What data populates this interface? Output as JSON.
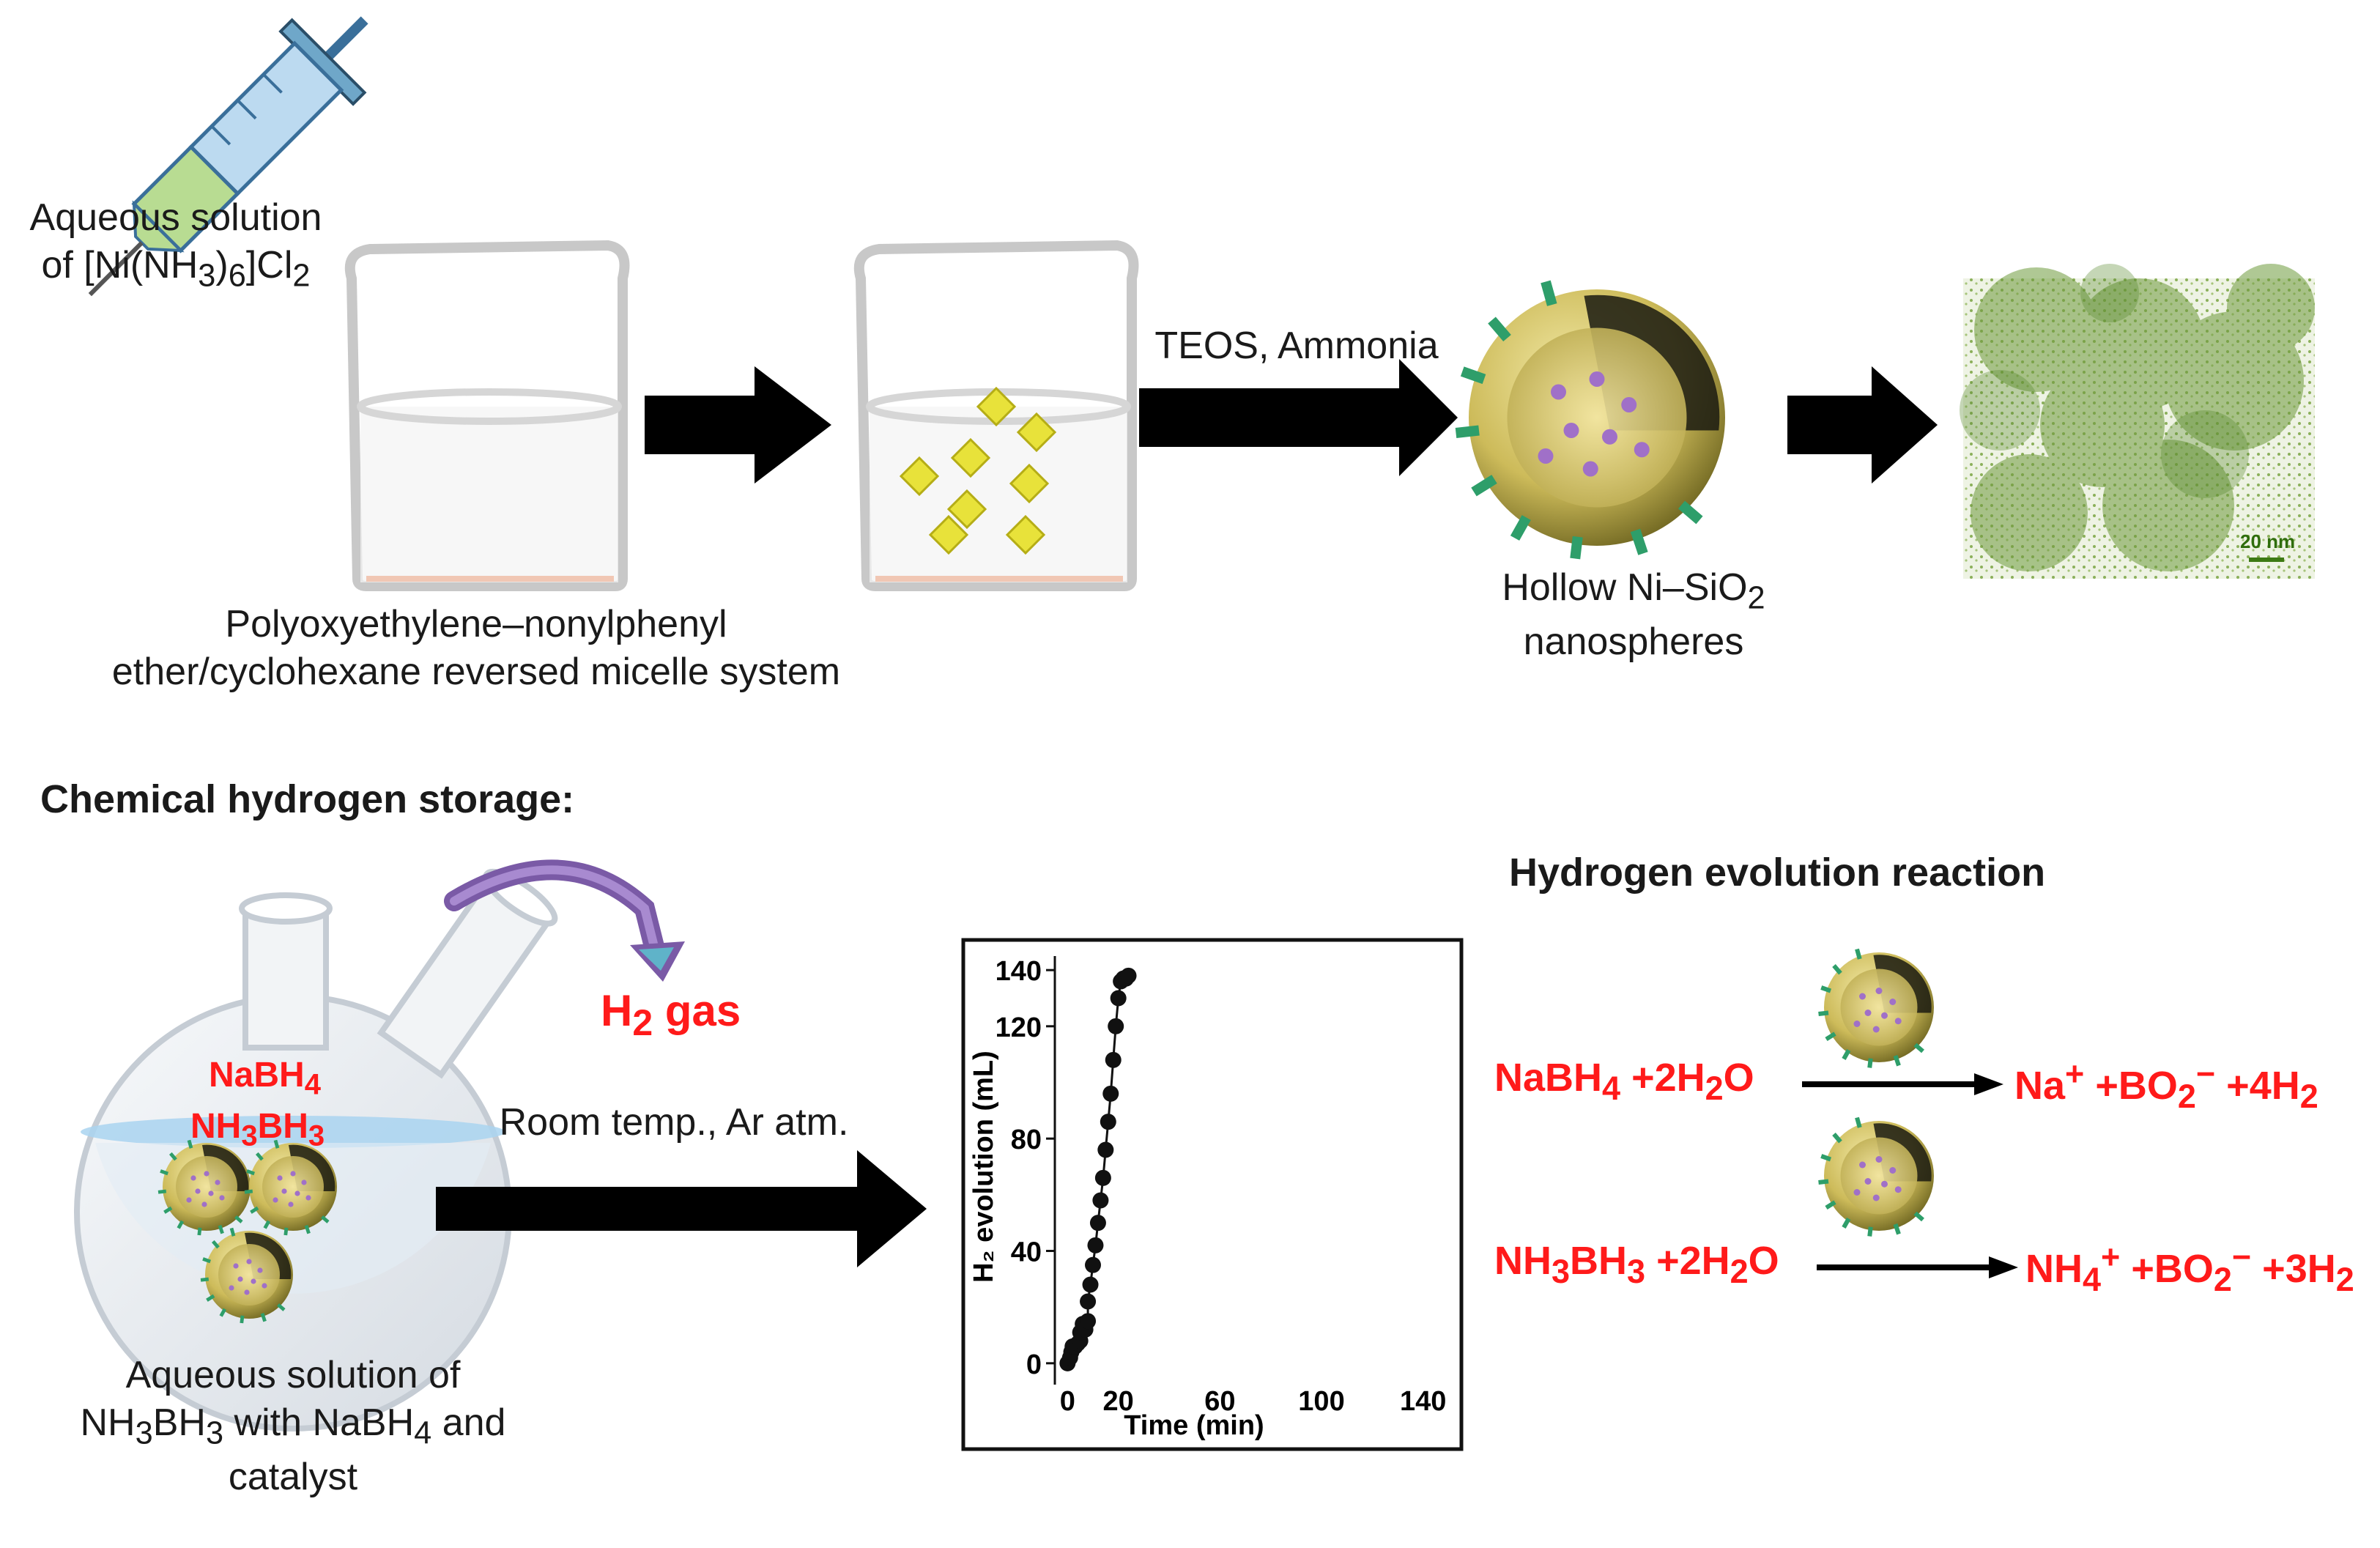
{
  "top": {
    "syringe_label": [
      "Aqueous solution",
      "of [Ni(NH",
      "3",
      ")",
      "6",
      "]Cl",
      "2"
    ],
    "micelle_label": [
      "Polyoxyethylene–nonylphenyl",
      "ether/cyclohexane reversed micelle system"
    ],
    "arrow2_label": "TEOS, Ammonia",
    "sphere_label": [
      "Hollow Ni–SiO",
      "2",
      "nanospheres"
    ],
    "tem_scale": "20 nm"
  },
  "bottom": {
    "section_title": "Chemical hydrogen storage:",
    "flask_labels": [
      "NaBH",
      "4",
      "NH",
      "3",
      "BH",
      "3"
    ],
    "gas_label": [
      "H",
      "2",
      " gas"
    ],
    "flask_caption": [
      "Aqueous solution of",
      "NH",
      "3",
      "BH",
      "3",
      " with NaBH",
      "4",
      " and",
      "catalyst"
    ],
    "arrow_label": "Room temp., Ar atm.",
    "her_title": "Hydrogen evolution reaction",
    "eq1": {
      "left": [
        "NaBH",
        "4",
        " +2H",
        "2",
        "O"
      ],
      "right": [
        "Na",
        "+",
        " +BO",
        "2",
        "−",
        " +4H",
        "2"
      ]
    },
    "eq2": {
      "left": [
        "NH",
        "3",
        "BH",
        "3",
        " +2H",
        "2",
        "O"
      ],
      "right": [
        "NH",
        "4",
        "+",
        " +BO",
        "2",
        "−",
        " +3H",
        "2"
      ]
    }
  },
  "chart_data": {
    "type": "scatter",
    "xlabel": "Time (min)",
    "ylabel": "H₂ evolution (mL)",
    "xlim": [
      -5,
      145
    ],
    "ylim": [
      -5,
      145
    ],
    "xticks": [
      0,
      20,
      60,
      100,
      140
    ],
    "yticks": [
      0,
      40,
      80,
      120,
      140
    ],
    "series": [
      {
        "points": [
          [
            0,
            0
          ],
          [
            1,
            2
          ],
          [
            1.5,
            4
          ],
          [
            2,
            6
          ],
          [
            3,
            6
          ],
          [
            4,
            7
          ],
          [
            5,
            8
          ],
          [
            5,
            11
          ],
          [
            6,
            14
          ],
          [
            7,
            12
          ],
          [
            8,
            15
          ],
          [
            8,
            22
          ],
          [
            9,
            28
          ],
          [
            10,
            35
          ],
          [
            11,
            42
          ],
          [
            12,
            50
          ],
          [
            13,
            58
          ],
          [
            14,
            66
          ],
          [
            15,
            76
          ],
          [
            16,
            86
          ],
          [
            17,
            96
          ],
          [
            18,
            108
          ],
          [
            19,
            120
          ],
          [
            20,
            130
          ],
          [
            21,
            136
          ],
          [
            22,
            137
          ],
          [
            23,
            137
          ],
          [
            24,
            138
          ]
        ]
      }
    ]
  },
  "colors": {
    "accent_red": "#ff1a1a",
    "shell": "#d4c56a",
    "spike": "#2e9e6a",
    "ni": "#a070c8",
    "tem": "#6e9a3c"
  }
}
